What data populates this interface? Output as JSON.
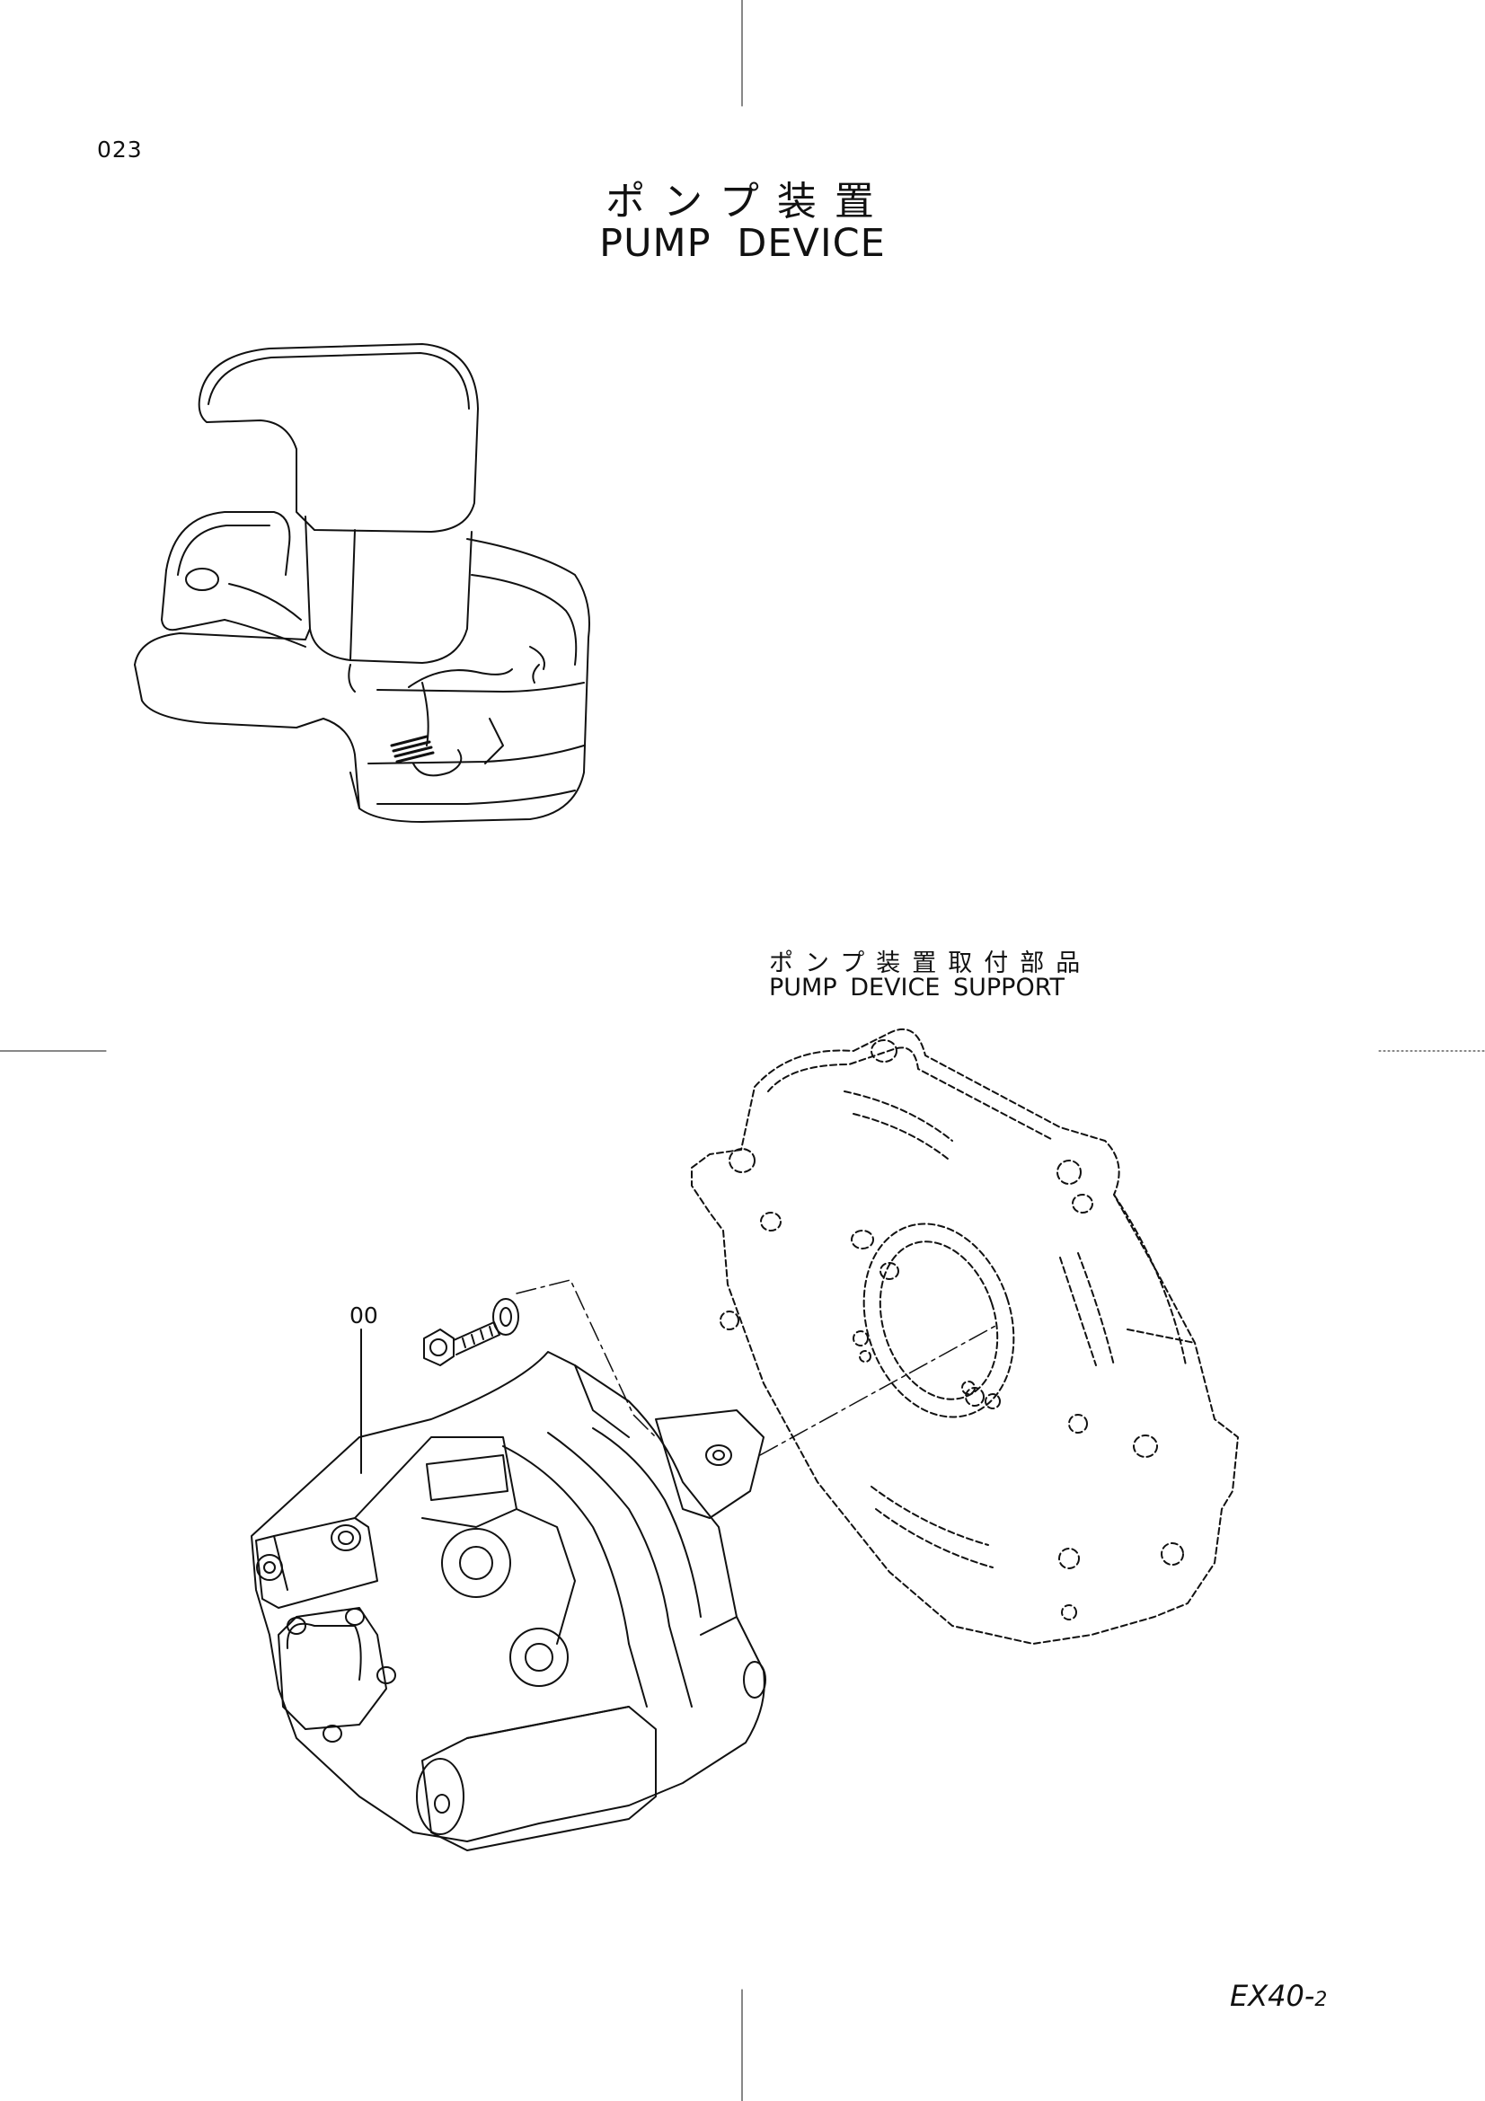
{
  "page_number": "023",
  "title": {
    "japanese": "ポンプ装置",
    "english": "PUMP DEVICE"
  },
  "sub_assembly": {
    "japanese": "ポンプ装置取付部品",
    "english": "PUMP DEVICE SUPPORT"
  },
  "callout_label": "00",
  "model": {
    "main": "EX40-",
    "suffix": "2"
  }
}
